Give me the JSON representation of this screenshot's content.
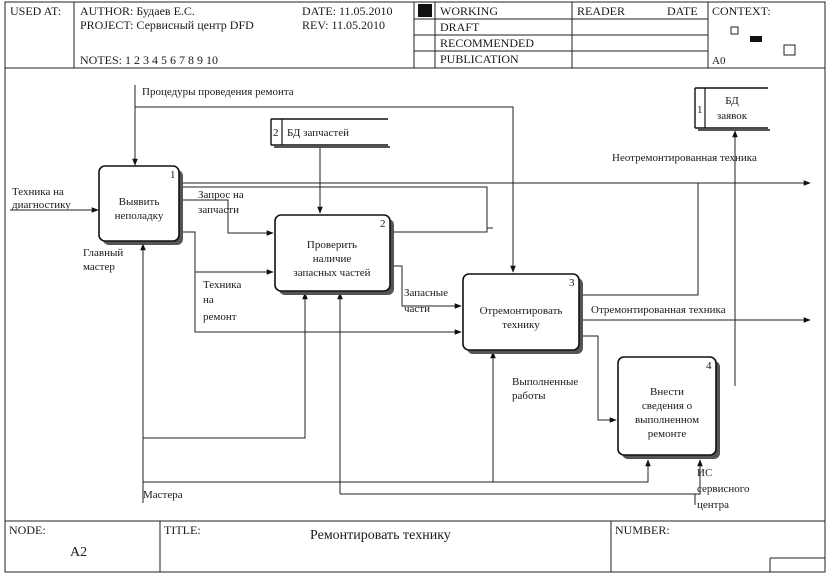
{
  "header": {
    "used_at": "USED AT:",
    "author": "AUTHOR: Будаев Е.С.",
    "project": "PROJECT: Сервисный центр DFD",
    "notes": "NOTES: 1 2 3 4 5 6 7 8 9 10",
    "date": "DATE: 11.05.2010",
    "rev": "REV: 11.05.2010",
    "status": [
      "WORKING",
      "DRAFT",
      "RECOMMENDED",
      "PUBLICATION"
    ],
    "reader": "READER",
    "reader_date": "DATE",
    "context": "CONTEXT:",
    "context_node": "A0"
  },
  "diagram": {
    "processes": [
      {
        "num": "1",
        "lines": [
          "Выявить",
          "неполадку"
        ]
      },
      {
        "num": "2",
        "lines": [
          "Проверить",
          "наличие",
          "запасных частей"
        ]
      },
      {
        "num": "3",
        "lines": [
          "Отремонтировать",
          "технику"
        ]
      },
      {
        "num": "4",
        "lines": [
          "Внести",
          "сведения о",
          "выполненном",
          "ремонте"
        ]
      }
    ],
    "stores": [
      {
        "num": "2",
        "lines": [
          "БД запчастей"
        ]
      },
      {
        "num": "1",
        "lines": [
          "БД",
          "заявок"
        ]
      }
    ],
    "labels": {
      "procedures": "Процедуры проведения ремонта",
      "tech_diag": [
        "Техника на",
        "диагностику"
      ],
      "main_master": [
        "Главный",
        "мастер"
      ],
      "parts_request": [
        "Запрос на",
        "запчасти"
      ],
      "tech_repair": [
        "Техника",
        "на",
        "ремонт"
      ],
      "unrepaired": "Неотремонтированная техника",
      "spare_parts": [
        "Запасные",
        "части"
      ],
      "repaired": "Отремонтированная техника",
      "works_done": [
        "Выполненные",
        "работы"
      ],
      "masters": "Мастера",
      "is_center": [
        "ИС",
        "сервисного",
        "центра"
      ]
    }
  },
  "footer": {
    "node_label": "NODE:",
    "node_value": "A2",
    "title_label": "TITLE:",
    "title_value": "Ремонтировать технику",
    "number_label": "NUMBER:"
  }
}
